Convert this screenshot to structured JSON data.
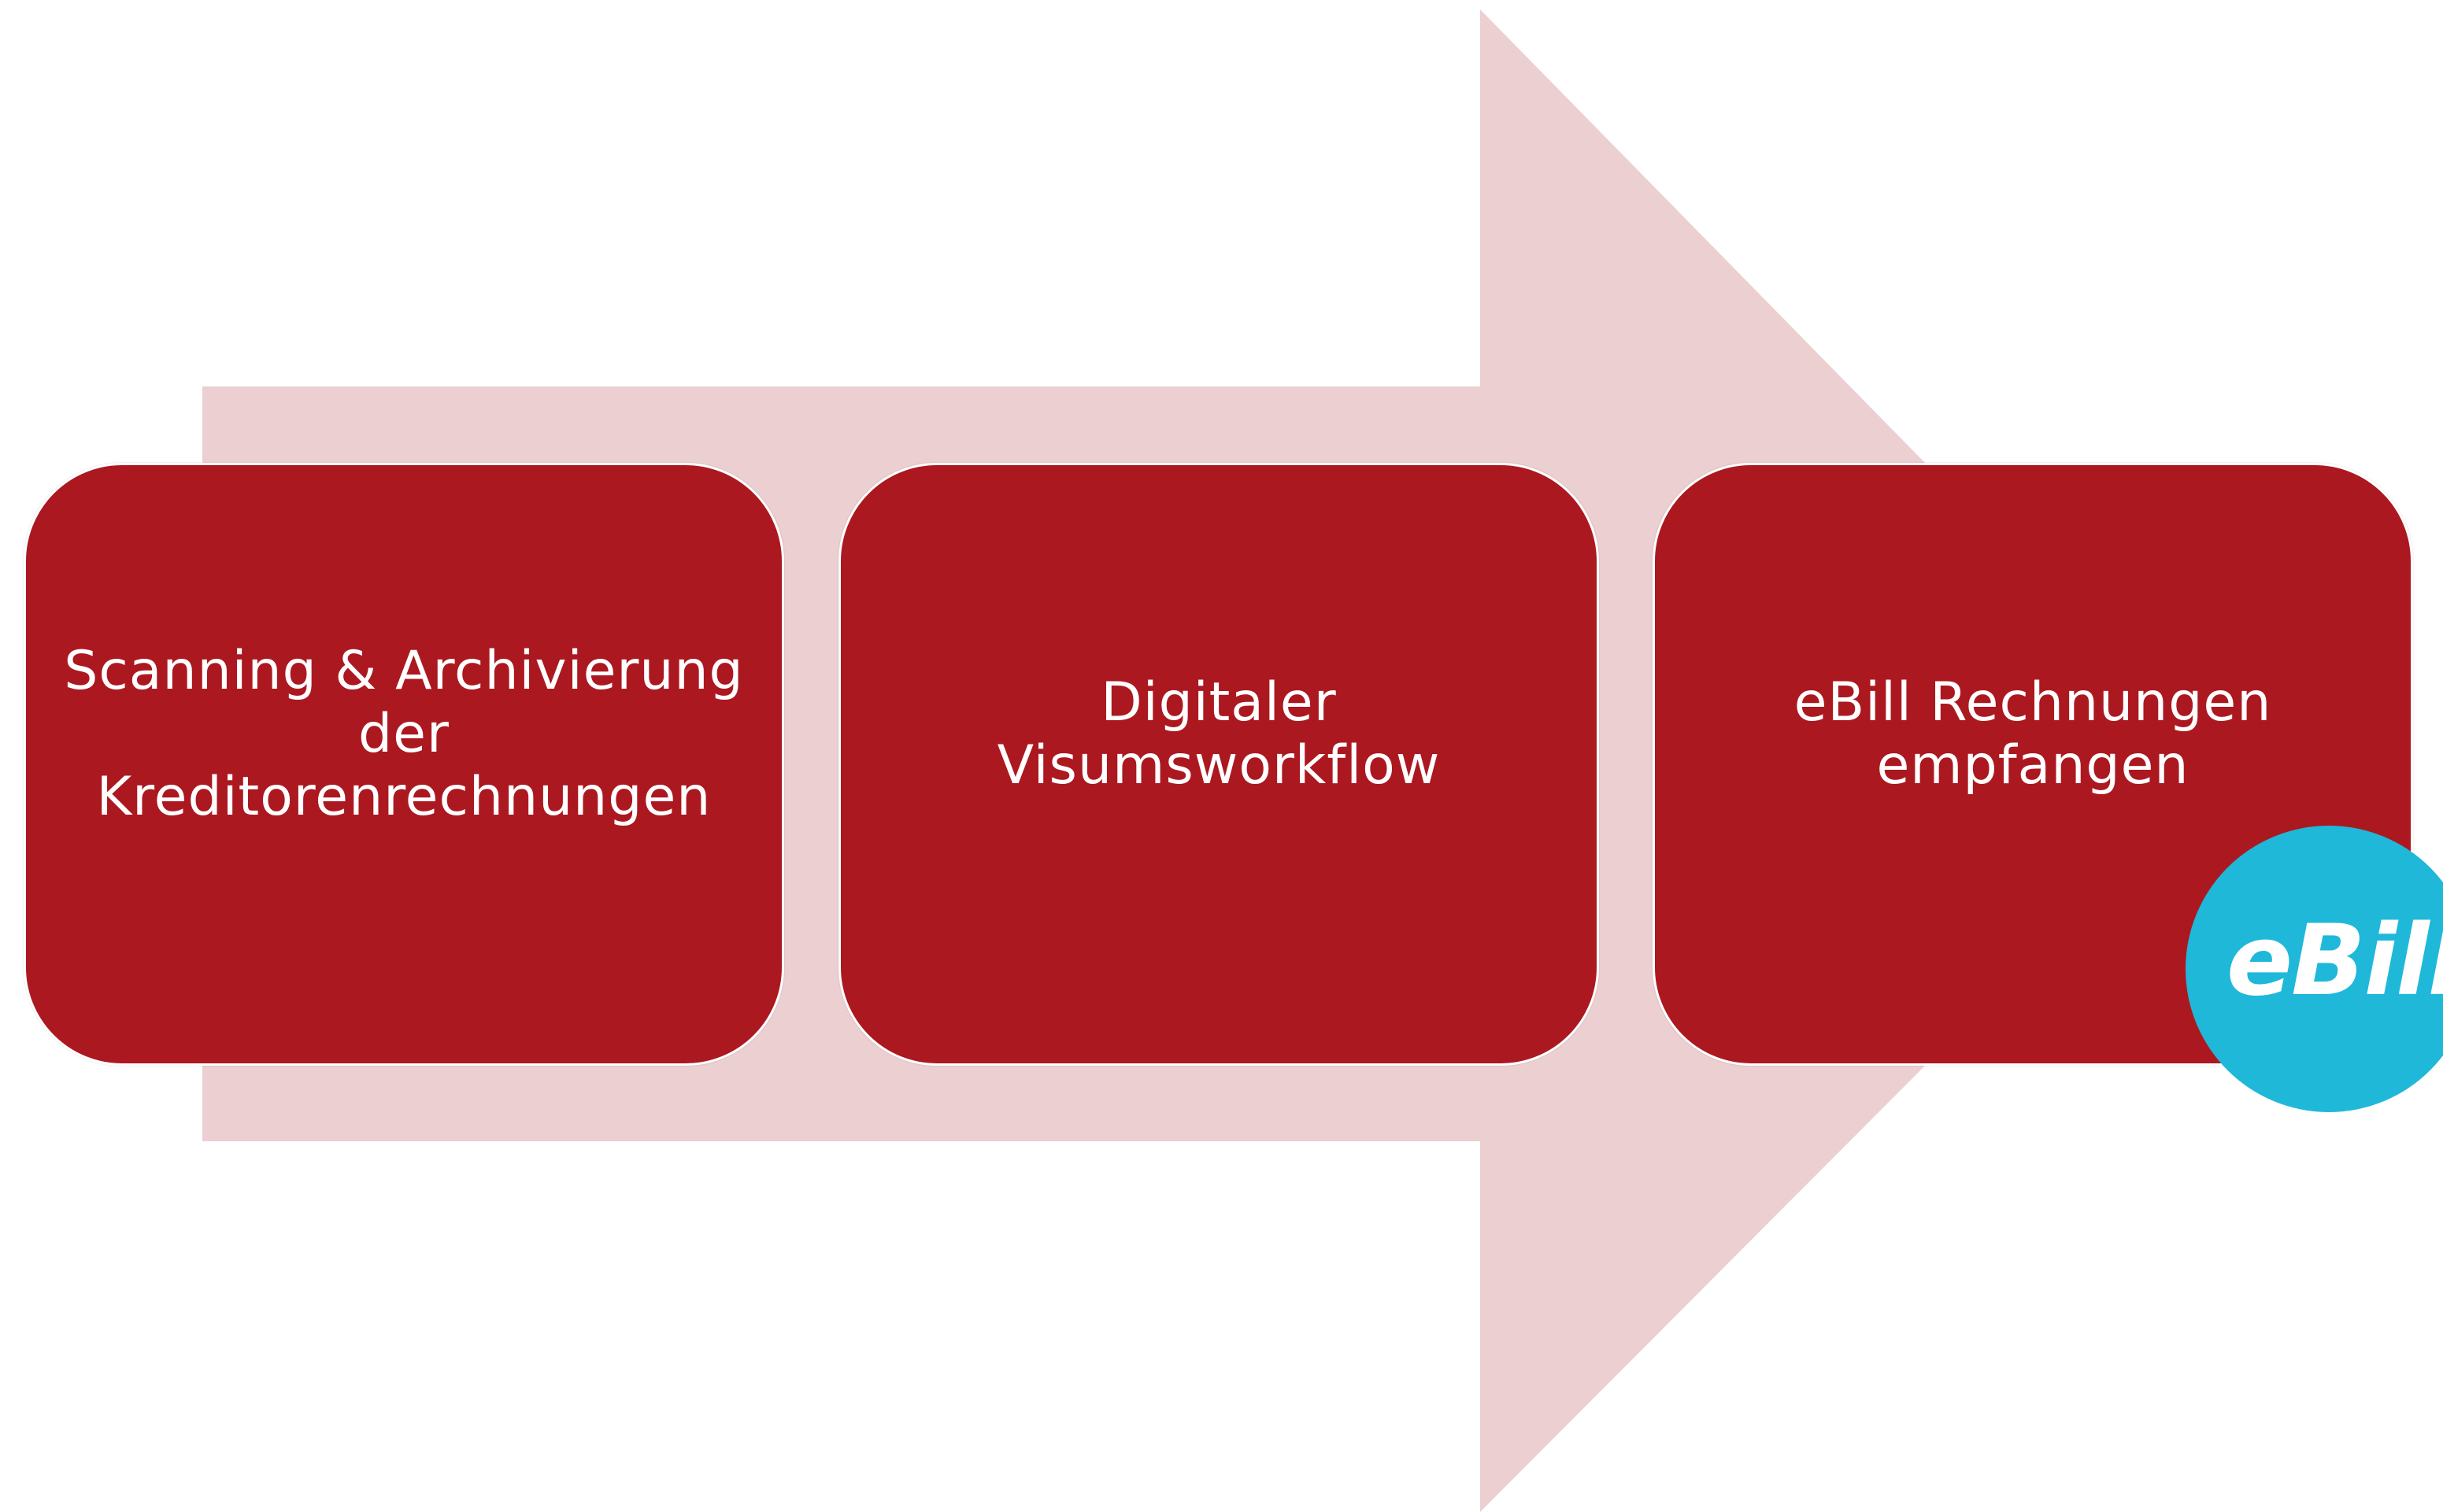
{
  "steps": [
    {
      "label": "Scanning & Archivierung der Kreditorenrechnungen"
    },
    {
      "label": "Digitaler Visumsworkflow"
    },
    {
      "label": "eBill Rechnungen empfangen"
    }
  ],
  "logo": {
    "text": "eBill"
  },
  "colors": {
    "arrow": "#ebcfd1",
    "box": "#ac1820",
    "text": "#ffffff",
    "logo_circle": "#1fb8d9"
  }
}
